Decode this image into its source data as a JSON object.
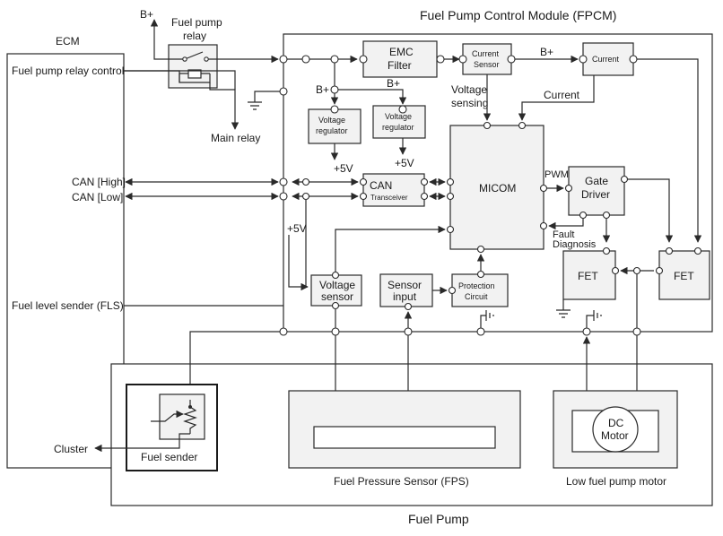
{
  "labels": {
    "fpcm_title": "Fuel Pump Control Module (FPCM)",
    "ecm": "ECM",
    "fuel_pump_title": "Fuel Pump",
    "fuel_pump_relay_line1": "Fuel pump",
    "fuel_pump_relay_line2": "relay",
    "b_plus": "B+",
    "main_relay": "Main relay",
    "fuel_pump_relay_control": "Fuel pump relay control",
    "can_high": "CAN [High]",
    "can_low": "CAN [Low]",
    "fls": "Fuel level sender (FLS)",
    "cluster": "Cluster",
    "emc_line1": "EMC",
    "emc_line2": "Filter",
    "current_sensor_line1": "Current",
    "current_sensor_line2": "Sensor",
    "current_box": "Current",
    "voltage_sensing_line1": "Voltage",
    "voltage_sensing_line2": "sensing",
    "current_label": "Current",
    "vreg1_line1": "Voltage",
    "vreg1_line2": "regulator",
    "vreg2_line1": "Voltage",
    "vreg2_line2": "regulator",
    "plus5v": "+5V",
    "can_tr_line1": "CAN",
    "can_tr_line2": "Transceiver",
    "micom": "MICOM",
    "pwm": "PWM",
    "gate_line1": "Gate",
    "gate_line2": "Driver",
    "fault_line1": "Fault",
    "fault_line2": "Diagnosis",
    "fet": "FET",
    "voltage_sensor_line1": "Voltage",
    "voltage_sensor_line2": "sensor",
    "sensor_input_line1": "Sensor",
    "sensor_input_line2": "input",
    "protection_line1": "Protection",
    "protection_line2": "Circuit",
    "fuel_sender": "Fuel sender",
    "fps": "Fuel Pressure Sensor (FPS)",
    "dc_line1": "DC",
    "dc_line2": "Motor",
    "low_fuel_pump_motor": "Low fuel pump motor"
  }
}
